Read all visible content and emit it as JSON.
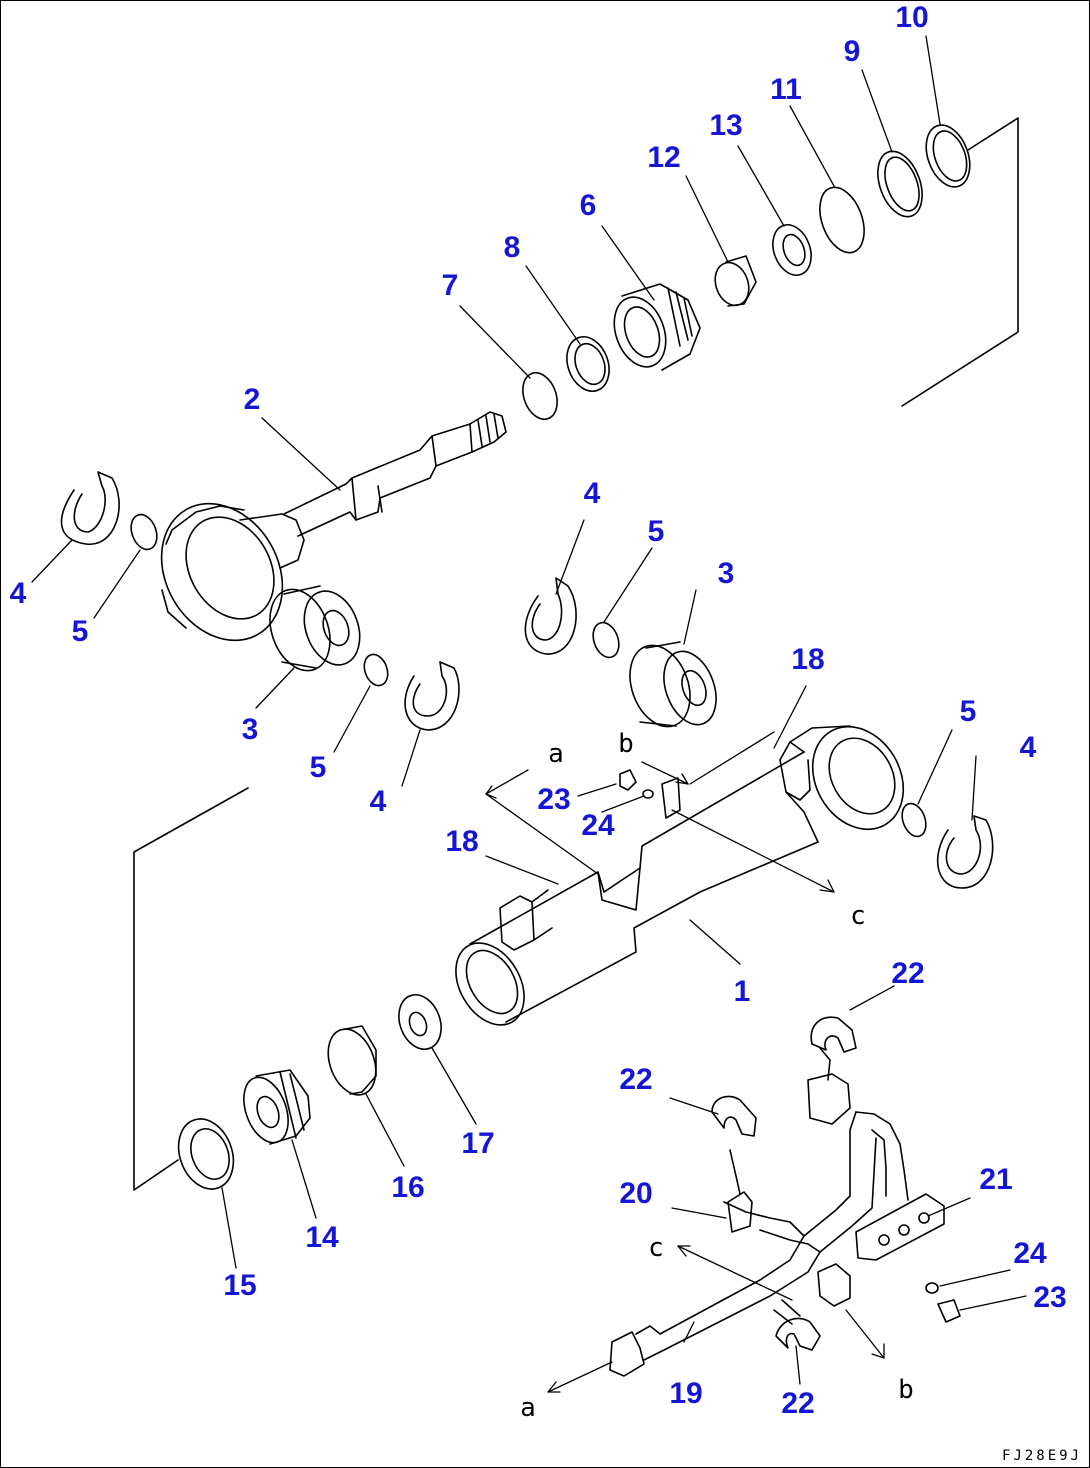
{
  "figure_code": "FJ28E9J",
  "line_color": "#000000",
  "label_color": "#1515d6",
  "callouts": [
    {
      "n": "1",
      "text": "1"
    },
    {
      "n": "2",
      "text": "2"
    },
    {
      "n": "3",
      "text": "3"
    },
    {
      "n": "3b",
      "text": "3"
    },
    {
      "n": "4",
      "text": "4"
    },
    {
      "n": "4b",
      "text": "4"
    },
    {
      "n": "4c",
      "text": "4"
    },
    {
      "n": "4d",
      "text": "4"
    },
    {
      "n": "5",
      "text": "5"
    },
    {
      "n": "5b",
      "text": "5"
    },
    {
      "n": "5c",
      "text": "5"
    },
    {
      "n": "5d",
      "text": "5"
    },
    {
      "n": "6",
      "text": "6"
    },
    {
      "n": "7",
      "text": "7"
    },
    {
      "n": "8",
      "text": "8"
    },
    {
      "n": "9",
      "text": "9"
    },
    {
      "n": "10",
      "text": "10"
    },
    {
      "n": "11",
      "text": "11"
    },
    {
      "n": "12",
      "text": "12"
    },
    {
      "n": "13",
      "text": "13"
    },
    {
      "n": "14",
      "text": "14"
    },
    {
      "n": "15",
      "text": "15"
    },
    {
      "n": "16",
      "text": "16"
    },
    {
      "n": "17",
      "text": "17"
    },
    {
      "n": "18",
      "text": "18"
    },
    {
      "n": "18b",
      "text": "18"
    },
    {
      "n": "19",
      "text": "19"
    },
    {
      "n": "20",
      "text": "20"
    },
    {
      "n": "21",
      "text": "21"
    },
    {
      "n": "22",
      "text": "22"
    },
    {
      "n": "22b",
      "text": "22"
    },
    {
      "n": "22c",
      "text": "22"
    },
    {
      "n": "23",
      "text": "23"
    },
    {
      "n": "23b",
      "text": "23"
    },
    {
      "n": "24",
      "text": "24"
    },
    {
      "n": "24b",
      "text": "24"
    }
  ],
  "references": [
    {
      "id": "a1",
      "text": "a"
    },
    {
      "id": "b1",
      "text": "b"
    },
    {
      "id": "c1",
      "text": "c"
    },
    {
      "id": "a2",
      "text": "a"
    },
    {
      "id": "b2",
      "text": "b"
    },
    {
      "id": "c2",
      "text": "c"
    }
  ]
}
